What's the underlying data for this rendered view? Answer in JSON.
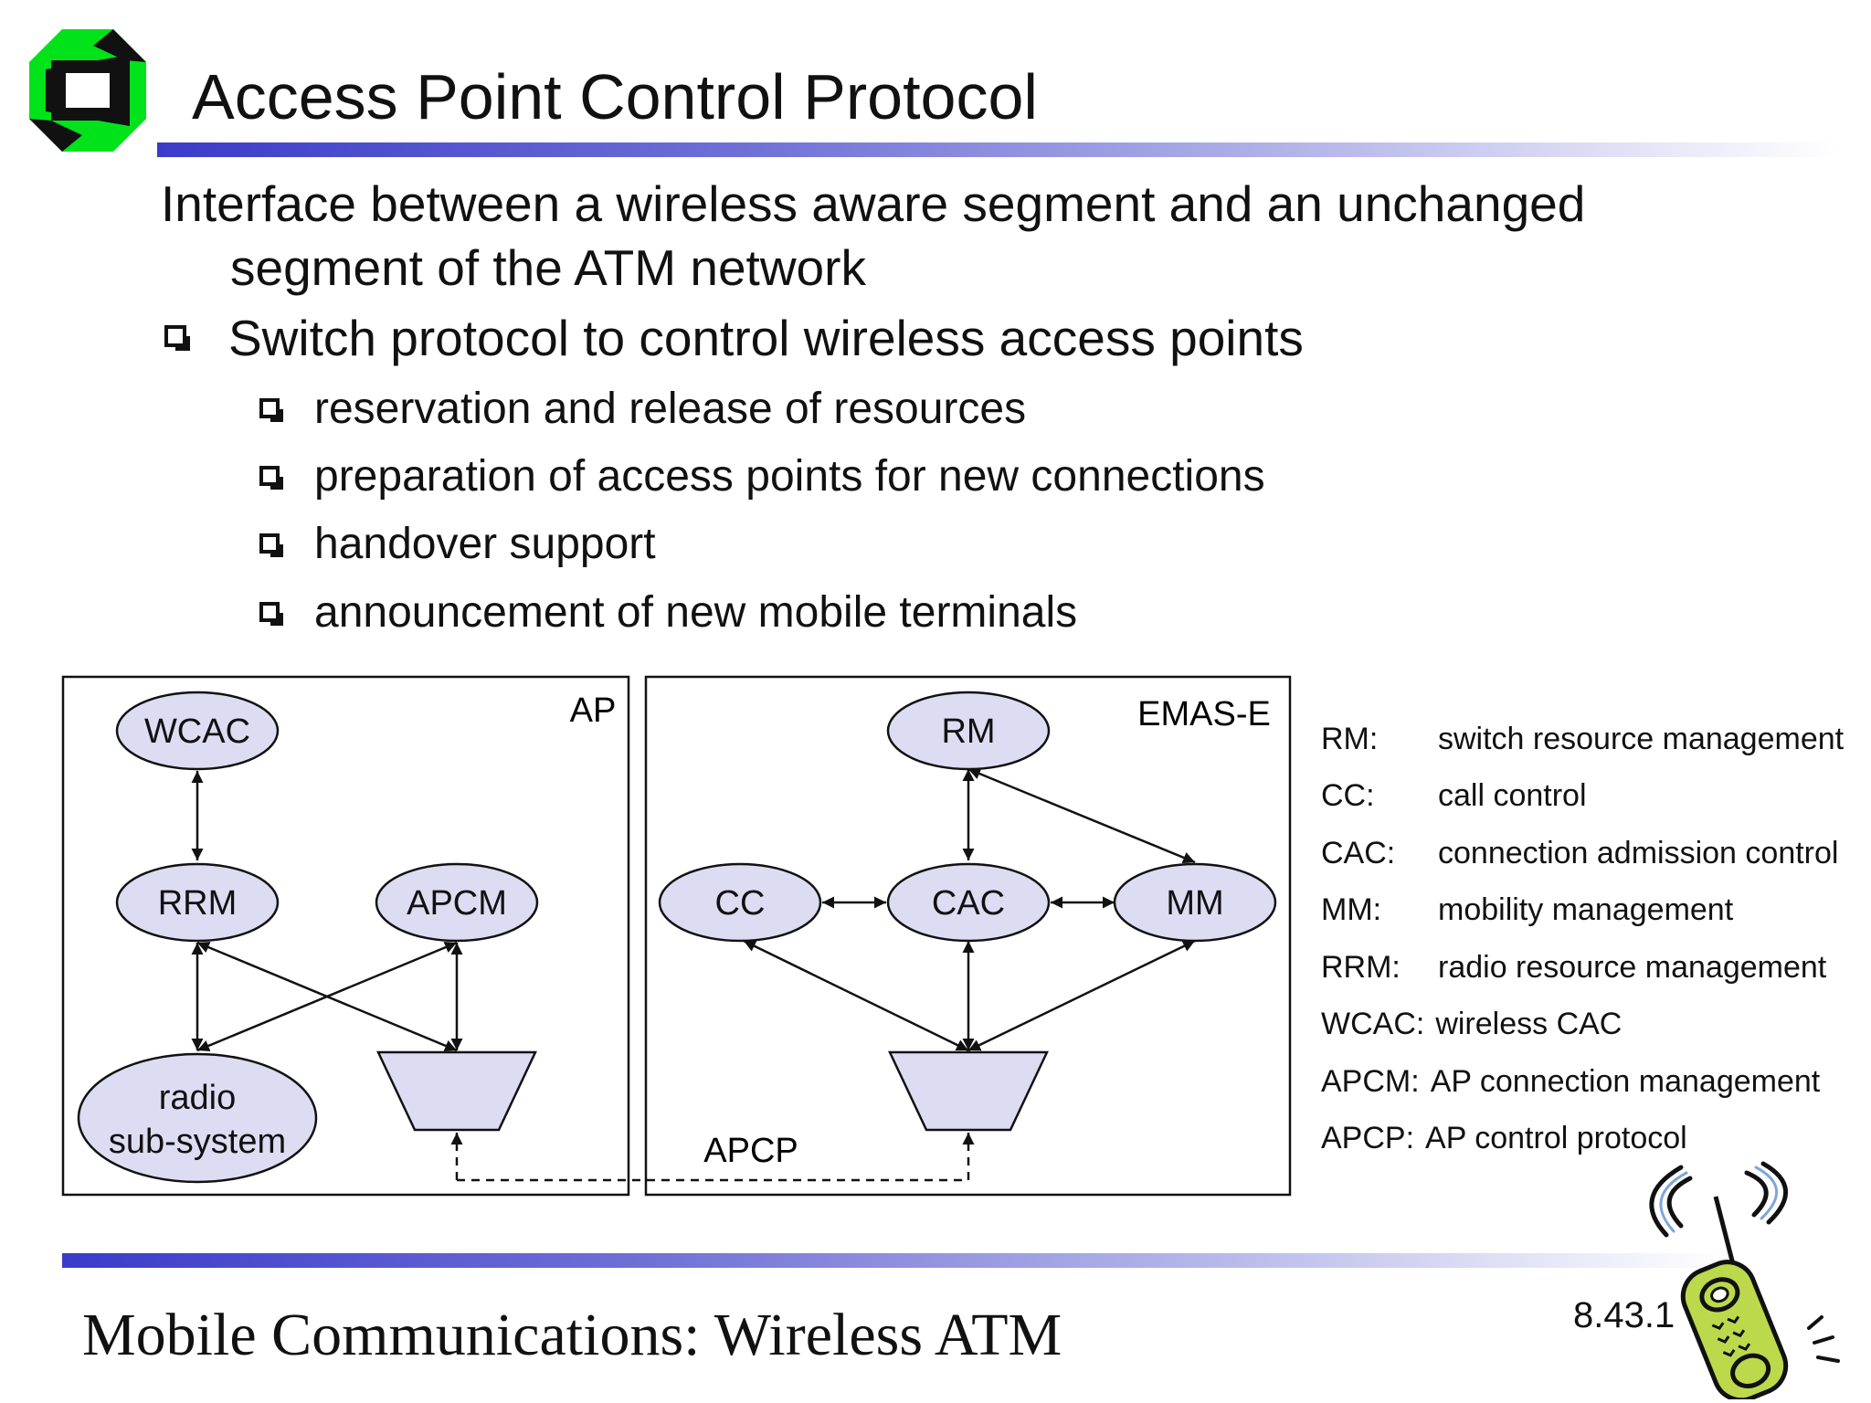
{
  "title": "Access Point Control Protocol",
  "intro": {
    "line1": "Interface between a wireless aware segment and an unchanged",
    "line2": "segment of the ATM network"
  },
  "bullet": "Switch protocol to control wireless access points",
  "sub_bullets": [
    "reservation and release of resources",
    "preparation of access points for new connections",
    "handover support",
    "announcement of new mobile terminals"
  ],
  "diagram": {
    "ap_label": "AP",
    "emas_label": "EMAS-E",
    "nodes": {
      "wcac": "WCAC",
      "rrm": "RRM",
      "apcm": "APCM",
      "radio1": "radio",
      "radio2": "sub-system",
      "rm": "RM",
      "cc": "CC",
      "cac": "CAC",
      "mm": "MM"
    },
    "link_label": "APCP"
  },
  "legend": [
    {
      "key": "RM:",
      "value": "switch resource management"
    },
    {
      "key": "CC:",
      "value": "call control"
    },
    {
      "key": "CAC:",
      "value": "connection admission control"
    },
    {
      "key": "MM:",
      "value": "mobility management"
    },
    {
      "key": "RRM:",
      "value": "radio resource management"
    },
    {
      "key": "WCAC:",
      "value": "wireless CAC"
    },
    {
      "key": "APCM:",
      "value": "AP connection management"
    },
    {
      "key": "APCP:",
      "value": "AP control protocol"
    }
  ],
  "footer": "Mobile Communications: Wireless ATM",
  "slide_number": "8.43.1",
  "colors": {
    "node_fill": "#dcdcf3",
    "bar_start": "#3a3bc9",
    "logo_green": "#00e31b"
  },
  "icons": [
    "university-logo-icon",
    "mobile-phone-clipart-icon"
  ]
}
